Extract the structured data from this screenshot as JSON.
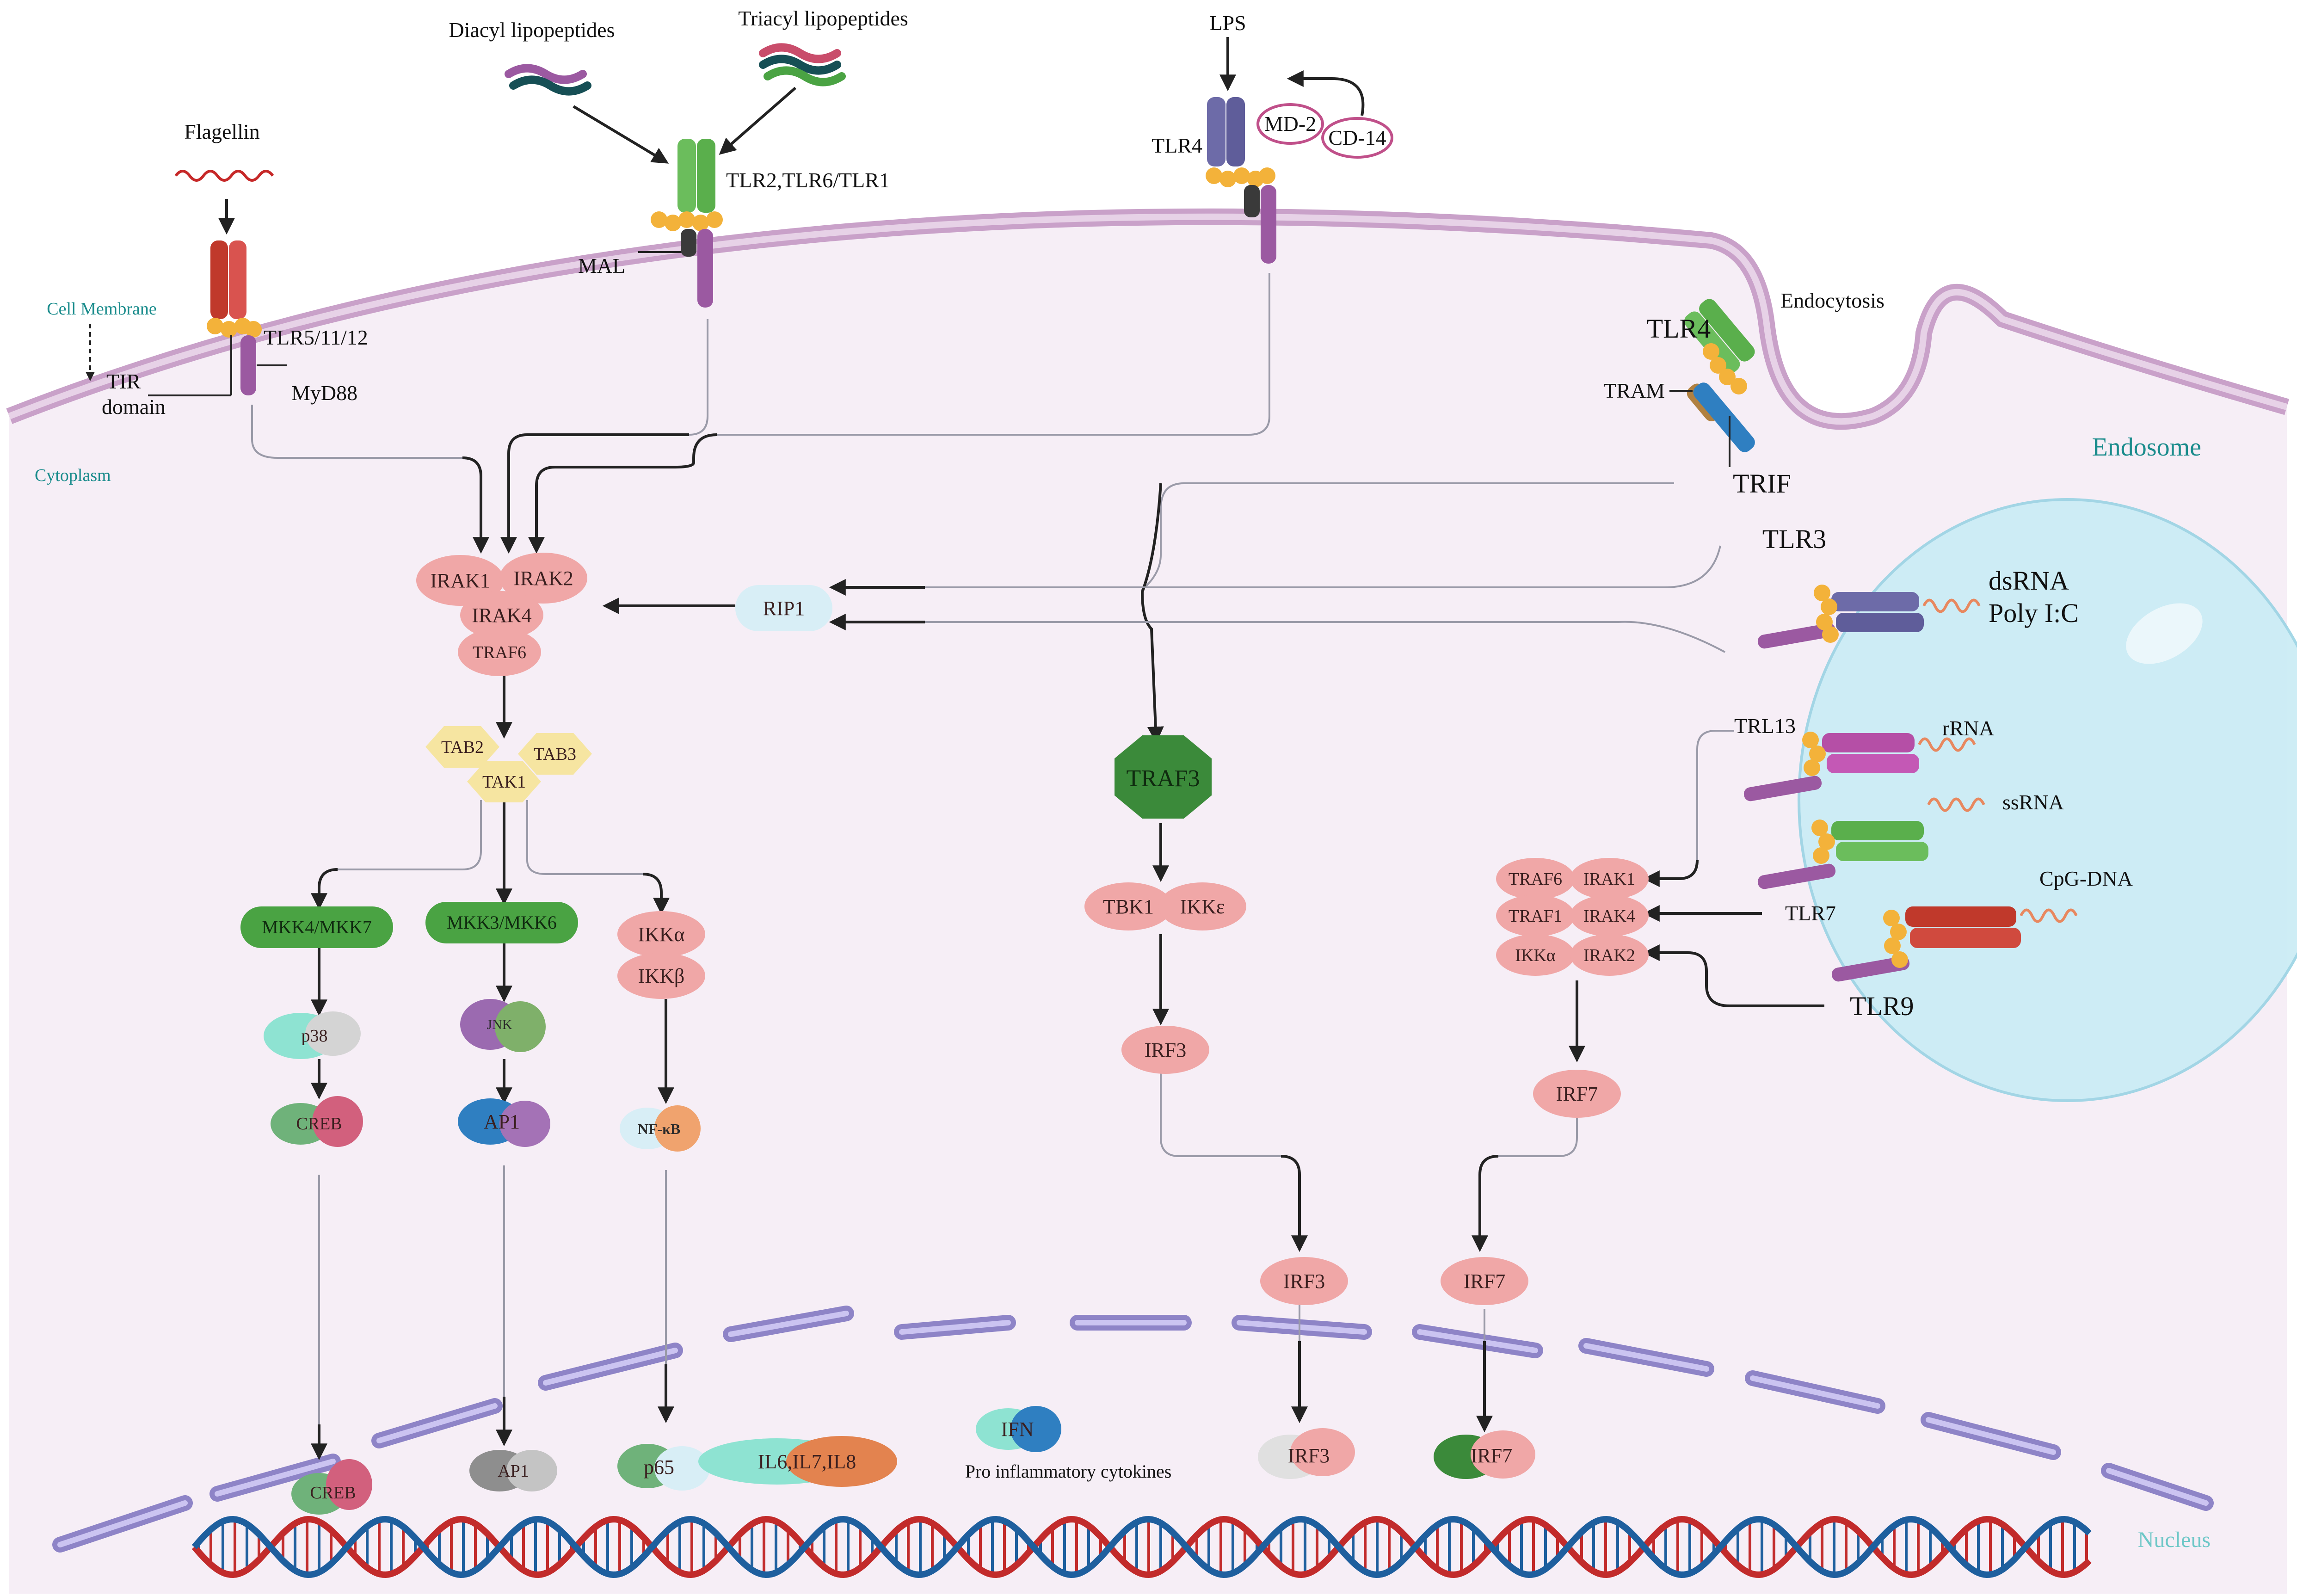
{
  "ligands": {
    "flagellin": "Flagellin",
    "diacyl": "Diacyl lipopeptides",
    "triacyl": "Triacyl lipopeptides",
    "lps": "LPS",
    "md2": "MD-2",
    "cd14": "CD-14"
  },
  "receptors": {
    "tlr5": "TLR5/11/12",
    "tlr2": "TLR2,TLR6/TLR1",
    "tlr4_surface": "TLR4",
    "tlr4_endo": "TLR4",
    "tlr3": "TLR3",
    "trl13": "TRL13",
    "tlr7": "TLR7",
    "tlr9": "TLR9"
  },
  "adaptors": {
    "cell_membrane": "Cell Membrane",
    "tir_1": "TIR",
    "tir_2": "domain",
    "myd88": "MyD88",
    "mal": "MAL",
    "tram": "TRAM",
    "trif": "TRIF",
    "endocytosis": "Endocytosis"
  },
  "compartments": {
    "cytoplasm": "Cytoplasm",
    "endosome": "Endosome",
    "nucleus": "Nucleus"
  },
  "endosome_ligands": {
    "dsrna_1": "dsRNA",
    "dsrna_2": "Poly I:C",
    "rrna": "rRNA",
    "ssrna": "ssRNA",
    "cpg": "CpG-DNA"
  },
  "myd88_complex": {
    "irak1": "IRAK1",
    "irak2": "IRAK2",
    "irak4": "IRAK4",
    "traf6": "TRAF6",
    "rip1": "RIP1"
  },
  "tak_complex": {
    "tab2": "TAB2",
    "tab3": "TAB3",
    "tak1": "TAK1"
  },
  "mapk": {
    "mkk47": "MKK4/MKK7",
    "mkk36": "MKK3/MKK6",
    "ikka": "IKKα",
    "ikkb": "IKKβ",
    "p38": "p38",
    "jnk": "JNK",
    "nfkb": "NF-κB",
    "creb": "CREB",
    "ap1": "AP1"
  },
  "trif_branch": {
    "traf3": "TRAF3",
    "tbk1": "TBK1",
    "ikke": "IKKε",
    "irf3": "IRF3"
  },
  "endo_complex": {
    "traf6": "TRAF6",
    "irak1": "IRAK1",
    "traf1": "TRAF1",
    "irak4": "IRAK4",
    "ikka": "IKKα",
    "irak2": "IRAK2",
    "irf7": "IRF7"
  },
  "nuclear": {
    "irf3_mid": "IRF3",
    "irf7_mid": "IRF7",
    "creb": "CREB",
    "ap1": "AP1",
    "p65": "p65",
    "cytokines": "IL6,IL7,IL8",
    "ifn": "IFN",
    "pro_inflammatory": "Pro inflammatory cytokines",
    "irf3": "IRF3",
    "irf7": "IRF7"
  },
  "colors": {
    "cytoplasm_bg": "#f6eef6",
    "membrane": "#c9a1c9",
    "node_pink": "#f0a7a7",
    "node_green": "#4aa343",
    "node_yellow": "#f6e5a1",
    "node_cyan": "#d8eef6",
    "endosome": "#c9ecf5",
    "nuclear_membrane": "#a59bd8",
    "dna_red": "#c22b2b",
    "dna_blue": "#1e5f9e"
  }
}
